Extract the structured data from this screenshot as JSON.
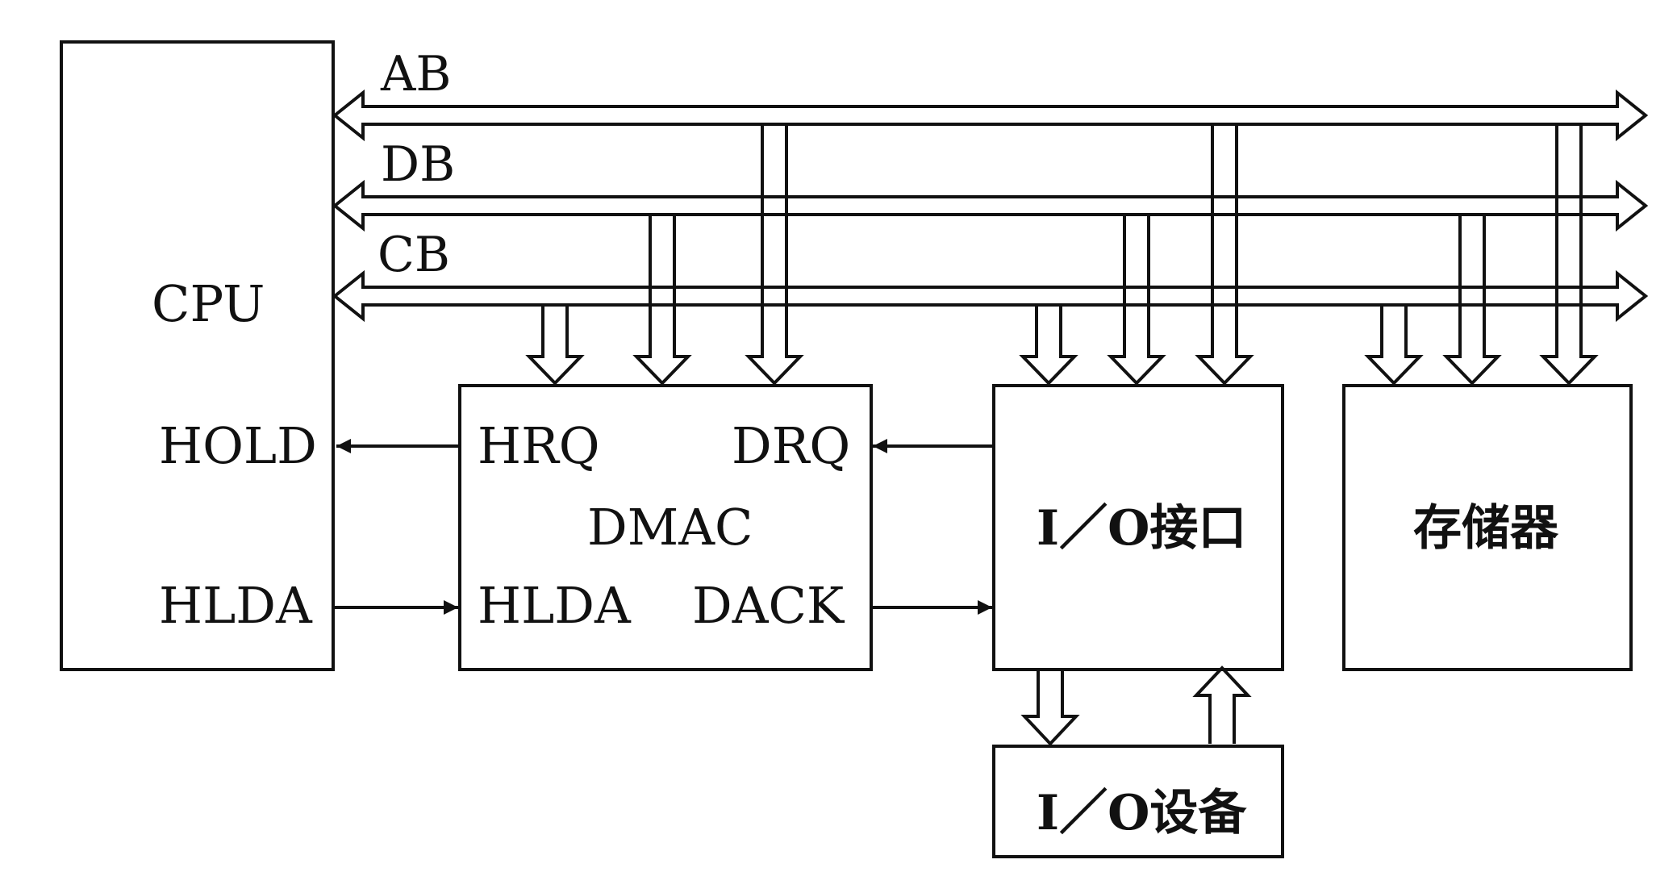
{
  "colors": {
    "line": "#111111",
    "background": "#ffffff"
  },
  "buses": [
    {
      "id": "ab",
      "label": "AB"
    },
    {
      "id": "db",
      "label": "DB"
    },
    {
      "id": "cb",
      "label": "CB"
    }
  ],
  "blocks": {
    "cpu": {
      "label": "CPU",
      "hold": "HOLD",
      "hlda": "HLDA"
    },
    "dmac": {
      "label": "DMAC",
      "hrq": "HRQ",
      "drq": "DRQ",
      "hlda": "HLDA",
      "dack": "DACK"
    },
    "io_interface": {
      "label": "I／O接口"
    },
    "memory": {
      "label": "存储器"
    },
    "io_device": {
      "label": "I／O设备"
    }
  }
}
